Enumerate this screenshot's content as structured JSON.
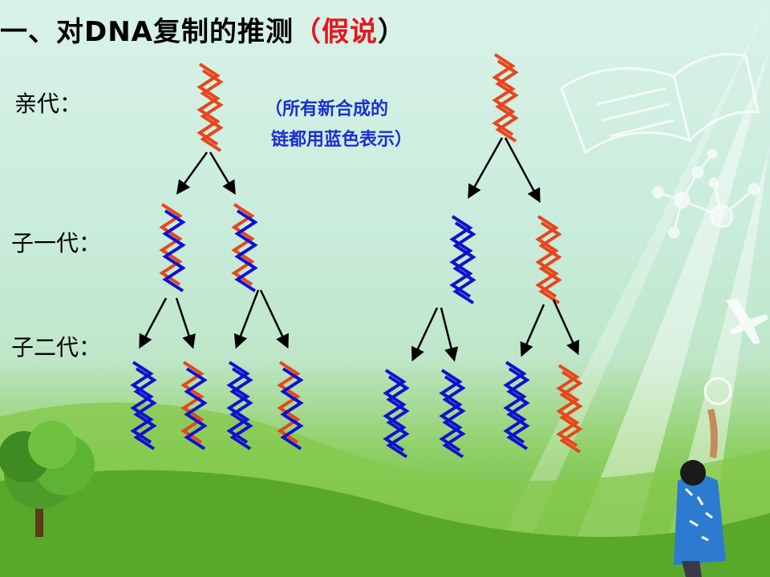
{
  "title": {
    "prefix": "一、对DNA复制的推测",
    "open_paren": "（",
    "hypothesis": "假说",
    "close_paren": "）"
  },
  "labels": {
    "parent": "亲代：",
    "gen1": "子一代：",
    "gen2": "子二代："
  },
  "note": {
    "line1": "（所有新合成的",
    "line2": "链都用蓝色表示）"
  },
  "colors": {
    "old_strand": "#e8451c",
    "new_strand": "#1010d0",
    "arrow": "#000000"
  },
  "models": [
    {
      "name": "semi-conservative",
      "parent": [
        "old",
        "old"
      ],
      "gen1": [
        [
          "old",
          "new"
        ],
        [
          "old",
          "new"
        ]
      ],
      "gen2": [
        [
          "new",
          "new"
        ],
        [
          "old",
          "new"
        ],
        [
          "new",
          "new"
        ],
        [
          "old",
          "new"
        ]
      ]
    },
    {
      "name": "conservative",
      "parent": [
        "old",
        "old"
      ],
      "gen1": [
        [
          "new",
          "new"
        ],
        [
          "old",
          "old"
        ]
      ],
      "gen2": [
        [
          "new",
          "new"
        ],
        [
          "new",
          "new"
        ],
        [
          "new",
          "new"
        ],
        [
          "old",
          "old"
        ]
      ]
    }
  ]
}
